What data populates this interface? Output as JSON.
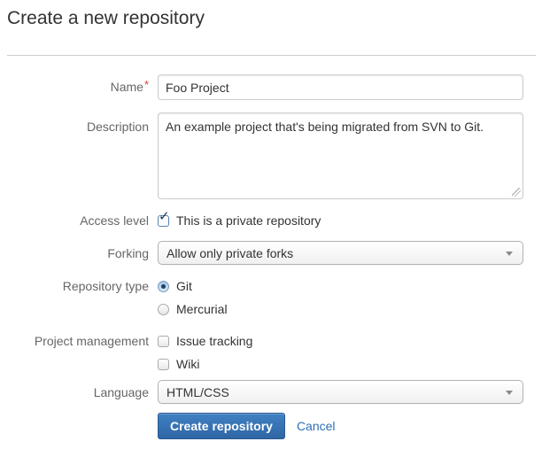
{
  "page": {
    "title": "Create a new repository"
  },
  "form": {
    "name": {
      "label": "Name",
      "required_marker": "*",
      "value": "Foo Project"
    },
    "description": {
      "label": "Description",
      "value": "An example project that's being migrated from SVN to Git."
    },
    "access_level": {
      "label": "Access level",
      "option_label": "This is a private repository",
      "checked": true,
      "checkmark_glyph": "✓"
    },
    "forking": {
      "label": "Forking",
      "selected_value": "Allow only private forks"
    },
    "repository_type": {
      "label": "Repository type",
      "options": [
        {
          "label": "Git",
          "selected": true
        },
        {
          "label": "Mercurial",
          "selected": false
        }
      ]
    },
    "project_management": {
      "label": "Project management",
      "options": [
        {
          "label": "Issue tracking",
          "checked": false
        },
        {
          "label": "Wiki",
          "checked": false
        }
      ]
    },
    "language": {
      "label": "Language",
      "selected_value": "HTML/CSS"
    },
    "actions": {
      "submit_label": "Create repository",
      "cancel_label": "Cancel"
    }
  },
  "colors": {
    "accent_blue": "#3572b0",
    "button_gradient_top": "#4080c2",
    "button_gradient_bottom": "#2f66a5",
    "link_blue": "#2f6fb7",
    "required_red": "#d04437",
    "label_gray": "#666666",
    "text_dark": "#333333",
    "divider_gray": "#cccccc"
  }
}
